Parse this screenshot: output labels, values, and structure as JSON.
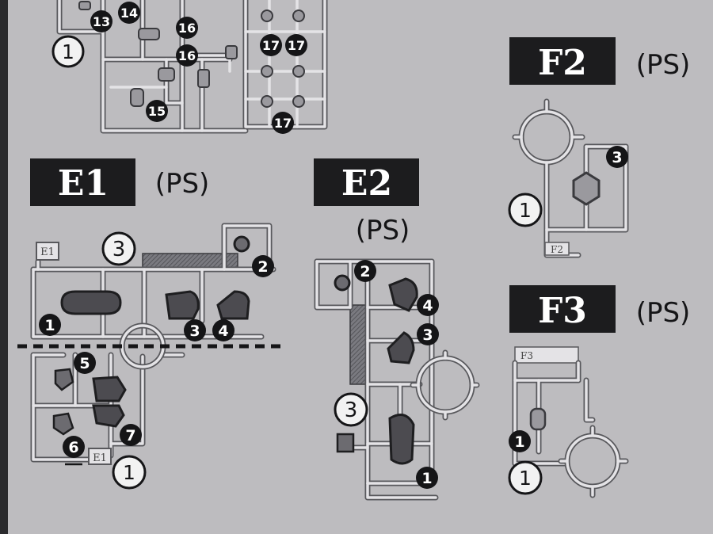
{
  "colors": {
    "background": "#bdbcbf",
    "runner_dark": "#6c6b70",
    "runner_light": "#e4e3e6",
    "label_box": "#1c1c1e",
    "ink": "#151517"
  },
  "e_top": {
    "markers": [
      "13",
      "14",
      "16",
      "16",
      "15",
      "17",
      "17",
      "17"
    ],
    "circled": "1"
  },
  "f2": {
    "label": "F2",
    "material": "(PS)",
    "markers": [
      "3"
    ],
    "circled": "1",
    "tag": "F2"
  },
  "e1": {
    "label": "E1",
    "material": "(PS)",
    "markers": [
      "2",
      "1",
      "3",
      "4",
      "5",
      "7",
      "6"
    ],
    "circled": [
      "3",
      "1"
    ],
    "tag": "E1"
  },
  "e2": {
    "label": "E2",
    "material": "(PS)",
    "markers": [
      "2",
      "4",
      "3",
      "1"
    ],
    "circled": "3"
  },
  "f3": {
    "label": "F3",
    "material": "(PS)",
    "markers": [
      "1"
    ],
    "circled": "1",
    "tag": "F3"
  }
}
